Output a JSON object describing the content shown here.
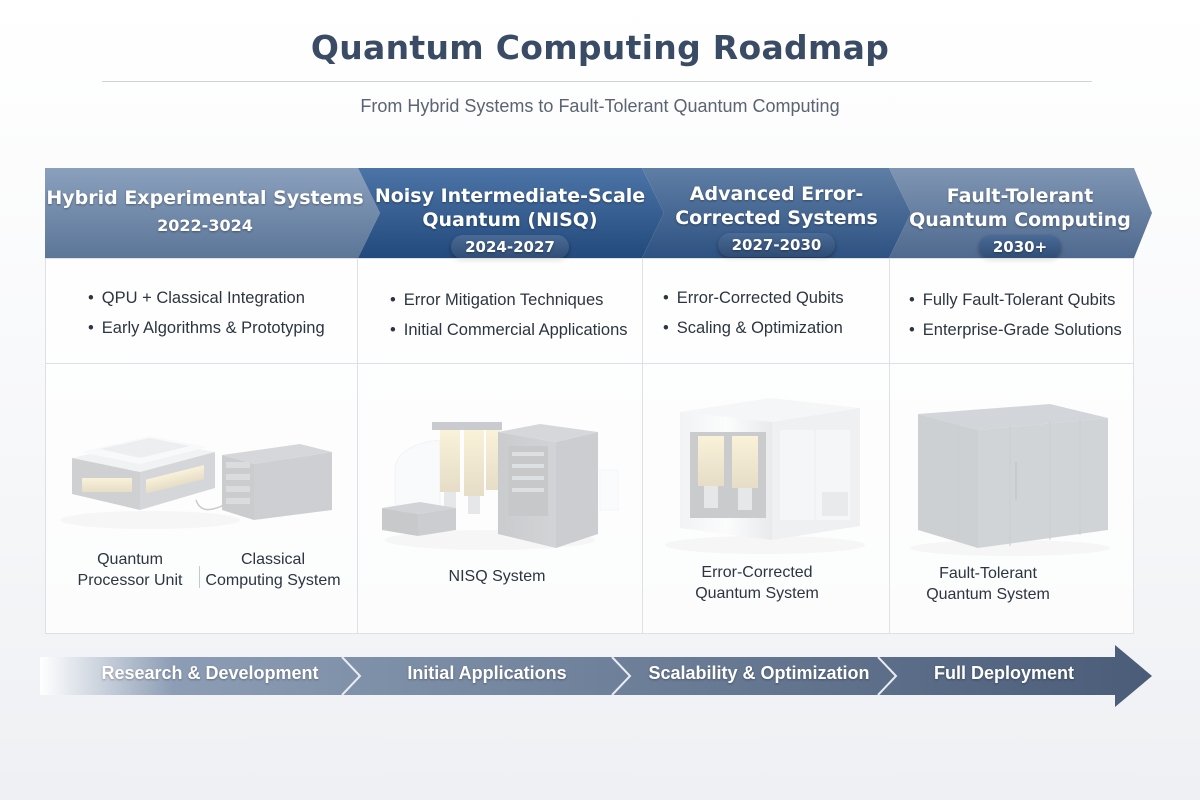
{
  "header": {
    "title": "Quantum Computing Roadmap",
    "subtitle": "From Hybrid Systems to Fault-Tolerant Quantum Computing"
  },
  "stages": [
    {
      "title_line1": "Hybrid Experimental Systems",
      "title_line2": "",
      "years": "2022-3024",
      "bullets": [
        "QPU + Classical Integration",
        "Early Algorithms & Prototyping"
      ],
      "caption_a_line1": "Quantum",
      "caption_a_line2": "Processor Unit",
      "caption_b_line1": "Classical",
      "caption_b_line2": "Computing System"
    },
    {
      "title_line1": "Noisy Intermediate-Scale",
      "title_line2": "Quantum (NISQ)",
      "years": "2024-2027",
      "bullets": [
        "Error Mitigation Techniques",
        "Initial Commercial Applications"
      ],
      "caption_line1": "NISQ System",
      "caption_line2": ""
    },
    {
      "title_line1": "Advanced Error-",
      "title_line2": "Corrected Systems",
      "years": "2027-2030",
      "bullets": [
        "Error-Corrected Qubits",
        "Scaling & Optimization"
      ],
      "caption_line1": "Error-Corrected",
      "caption_line2": "Quantum System"
    },
    {
      "title_line1": "Fault-Tolerant",
      "title_line2": "Quantum Computing",
      "years": "2030+",
      "bullets": [
        "Fully Fault-Tolerant Qubits",
        "Enterprise-Grade Solutions"
      ],
      "caption_line1": "Fault-Tolerant",
      "caption_line2": "Quantum System"
    }
  ],
  "phases": [
    "Research & Development",
    "Initial Applications",
    "Scalability & Optimization",
    "Full Deployment"
  ],
  "colors": {
    "title": "#3a4b66",
    "banner_light": "#7189ab",
    "banner_dark": "#2f5486",
    "pill": "#3a5a85",
    "gold": "#c9a23c",
    "machine": "#3b414b"
  }
}
